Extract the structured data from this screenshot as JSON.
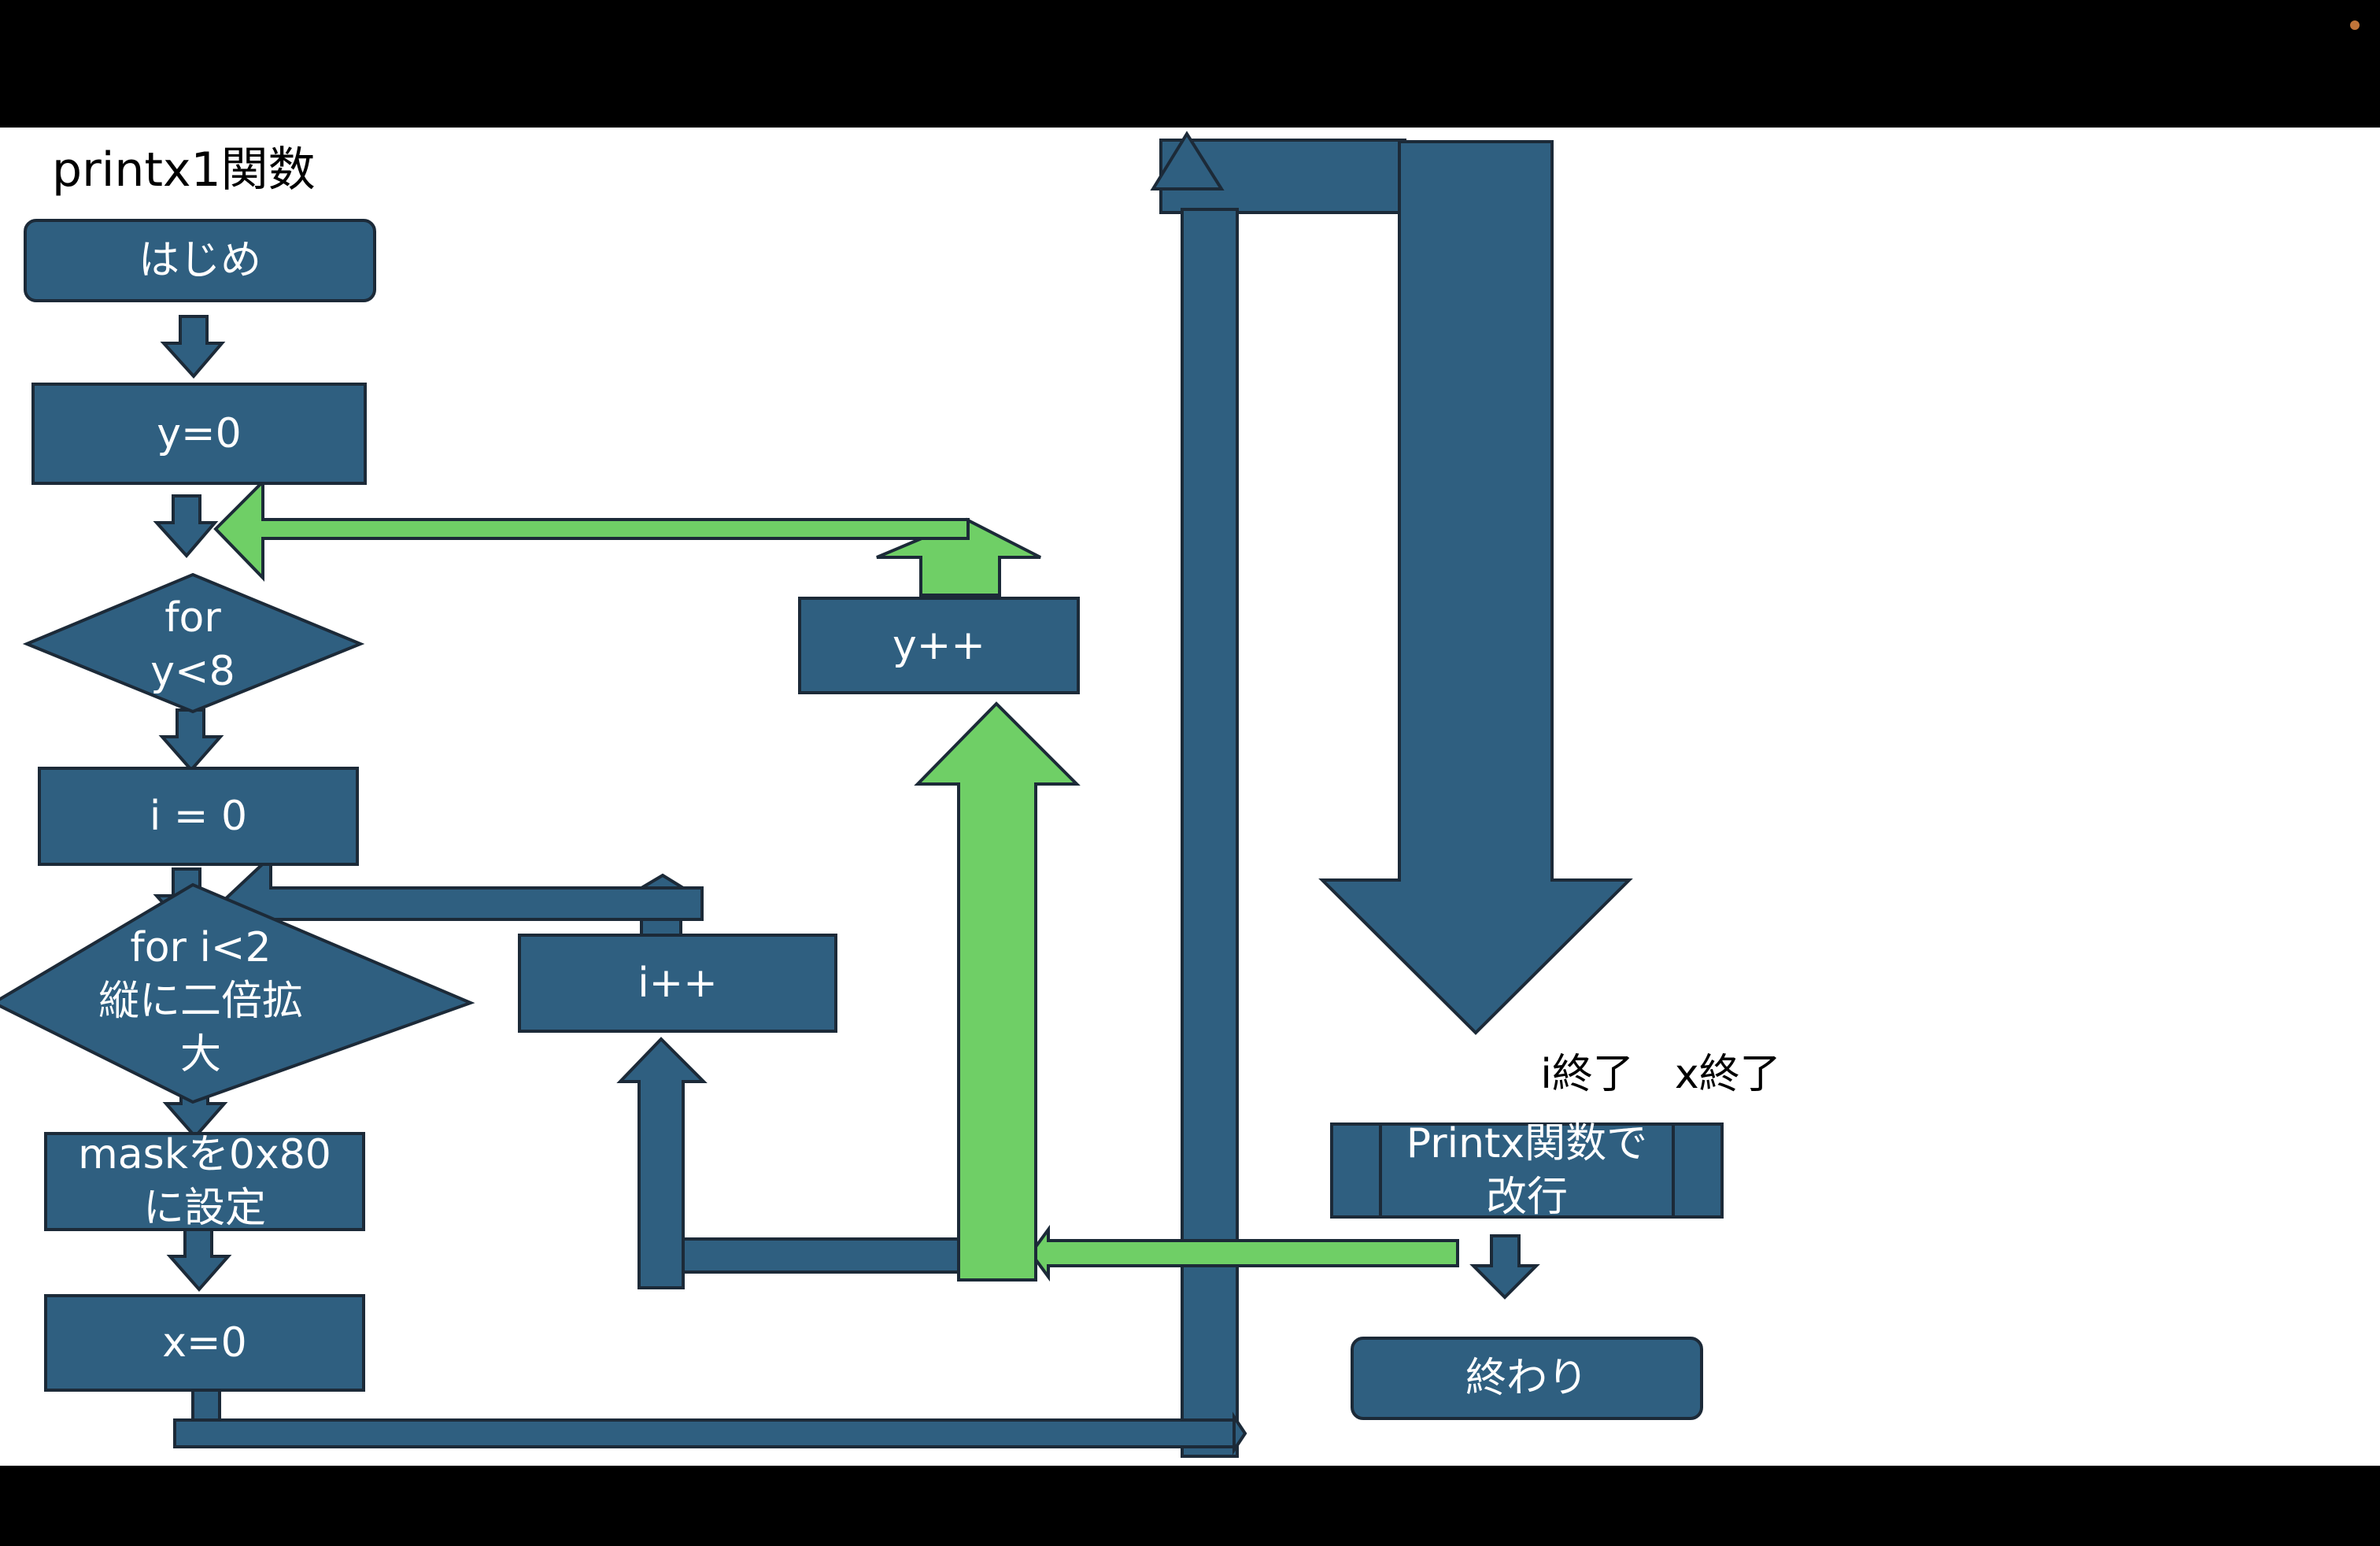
{
  "diagram": {
    "title": "printx1関数",
    "nodes": {
      "start": "はじめ",
      "init_y": "y=0",
      "loop_y": "for\ny<8",
      "init_i": "i = 0",
      "loop_i": "for i<2\n縦に二倍拡\n大",
      "mask": "maskを0x80\nに設定",
      "init_x": "x=0",
      "inc_i": "i++",
      "inc_y": "y++",
      "end_note": "i終了　x終了",
      "newline": "Printx関数で\n改行",
      "end": "終わり"
    },
    "colors": {
      "node_fill": "#2f5f80",
      "outline": "#1c2a38",
      "return_arrow": "#6fcf66"
    }
  }
}
